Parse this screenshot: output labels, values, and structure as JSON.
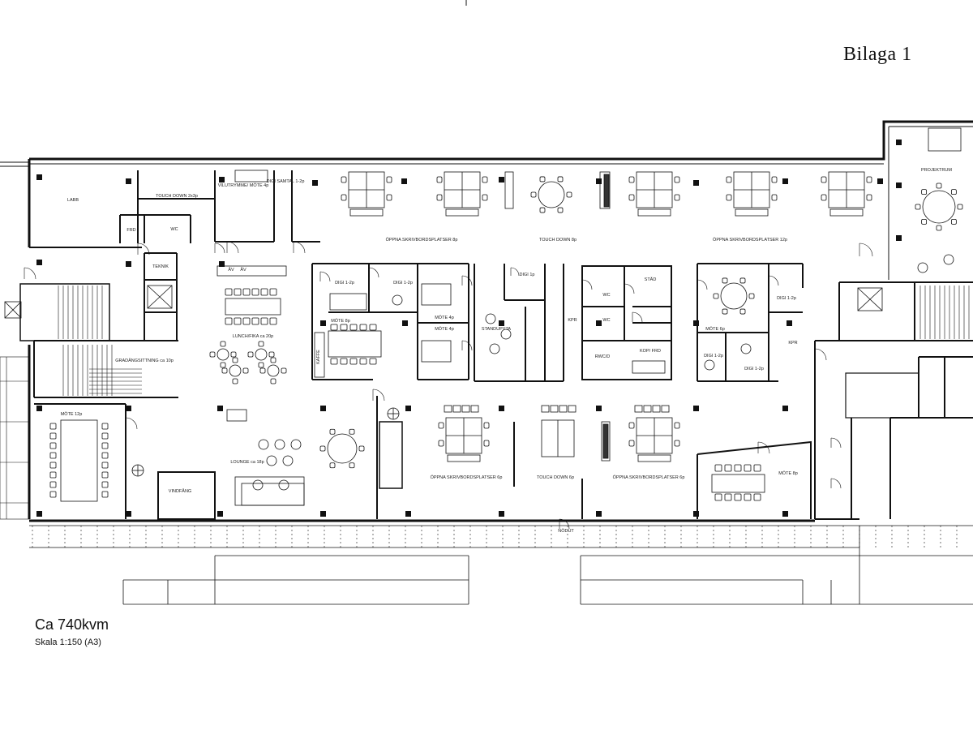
{
  "header": {
    "appendix": "Bilaga 1"
  },
  "footer": {
    "area": "Ca 740kvm",
    "scale": "Skala 1:150 (A3)"
  },
  "rooms": [
    {
      "id": "labb",
      "label": "LABB"
    },
    {
      "id": "touchdown-top",
      "label": "TOUCH DOWN 2x3p"
    },
    {
      "id": "vilrum",
      "label": "VILUTRYMME/ MÖTE 4p"
    },
    {
      "id": "digi-samtal",
      "label": "DIGI SAMTAL 1-2p"
    },
    {
      "id": "frd",
      "label": "FRD"
    },
    {
      "id": "wc-top",
      "label": "WC"
    },
    {
      "id": "teknik",
      "label": "TEKNIK"
    },
    {
      "id": "open-desks-1",
      "label": "ÖPPNA SKRIVBORDSPLATSER 8p"
    },
    {
      "id": "touchdown-mid",
      "label": "TOUCH DOWN 8p"
    },
    {
      "id": "open-desks-2",
      "label": "ÖPPNA SKRIVBORDSPLATSER 12p"
    },
    {
      "id": "projektrum",
      "label": "PROJEKTRUM"
    },
    {
      "id": "digi-a",
      "label": "DIGI 1-2p"
    },
    {
      "id": "digi-b",
      "label": "DIGI 1-2p"
    },
    {
      "id": "mote-4a",
      "label": "MÖTE 4p"
    },
    {
      "id": "mote-4b",
      "label": "MÖTE 4p"
    },
    {
      "id": "mote-8",
      "label": "MÖTE 8p"
    },
    {
      "id": "standupyta",
      "label": "STANDUPYTA"
    },
    {
      "id": "digi-c",
      "label": "DIGI 1p"
    },
    {
      "id": "kpr-1",
      "label": "KPR"
    },
    {
      "id": "wc-1",
      "label": "WC"
    },
    {
      "id": "wc-2",
      "label": "WC"
    },
    {
      "id": "stad",
      "label": "STÄD"
    },
    {
      "id": "rwc",
      "label": "RWC/D"
    },
    {
      "id": "kop",
      "label": "KOP/ FRD"
    },
    {
      "id": "mote-6",
      "label": "MÖTE 6p"
    },
    {
      "id": "digi-d",
      "label": "DIGI 1-2p"
    },
    {
      "id": "digi-e",
      "label": "DIGI 1-2p"
    },
    {
      "id": "digi-f",
      "label": "DIGI 1-2p"
    },
    {
      "id": "kpr-2",
      "label": "KPR"
    },
    {
      "id": "lunch",
      "label": "LUNCH/FIKA ca 20p"
    },
    {
      "id": "gradang",
      "label": "GRADÄNGSITTNING ca 10p"
    },
    {
      "id": "mote-12",
      "label": "MÖTE 12p"
    },
    {
      "id": "vindfang",
      "label": "VINDFÅNG"
    },
    {
      "id": "lounge",
      "label": "LOUNGE ca 18p"
    },
    {
      "id": "open-desks-3",
      "label": "ÖPPNA SKRIVBORDSPLATSER 6p"
    },
    {
      "id": "touchdown-low",
      "label": "TOUCH DOWN 6p"
    },
    {
      "id": "open-desks-4",
      "label": "ÖPPNA SKRIVBORDSPLATSER 6p"
    },
    {
      "id": "mote-8b",
      "label": "MÖTE 8p"
    },
    {
      "id": "nodutg",
      "label": "NÖDUT"
    },
    {
      "id": "kaffe",
      "label": "KAFFE"
    },
    {
      "id": "kitchen-1",
      "label": "ÅV"
    },
    {
      "id": "kitchen-2",
      "label": "ÅV"
    }
  ]
}
